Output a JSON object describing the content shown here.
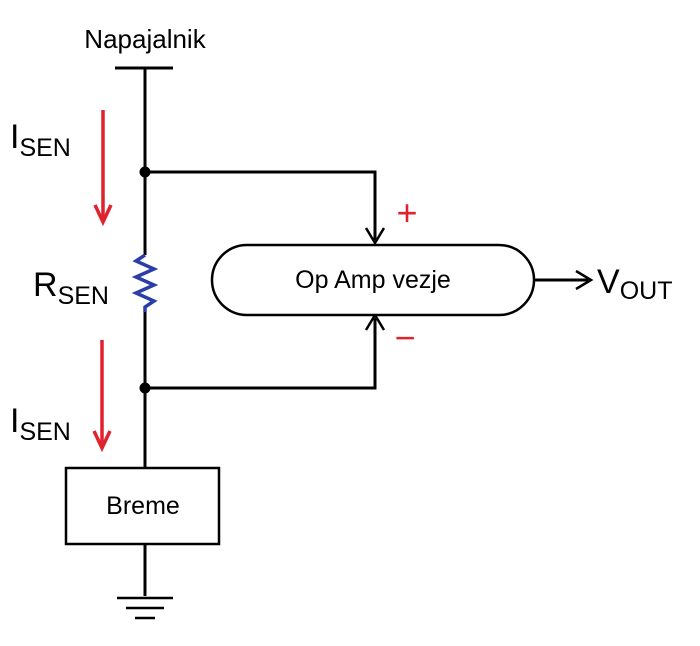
{
  "supply_label": "Napajalnik",
  "current_label": {
    "main": "I",
    "sub": "SEN"
  },
  "resistor_label": {
    "main": "R",
    "sub": "SEN"
  },
  "opamp_label": "Op Amp vezje",
  "output_label": {
    "main": "V",
    "sub": "OUT"
  },
  "load_label": "Breme",
  "plus_sign": "+",
  "minus_sign": "−",
  "colors": {
    "wire": "#000000",
    "current_arrow": "#e0212e",
    "resistor": "#2b3ea8",
    "polarity": "#e0212e"
  }
}
